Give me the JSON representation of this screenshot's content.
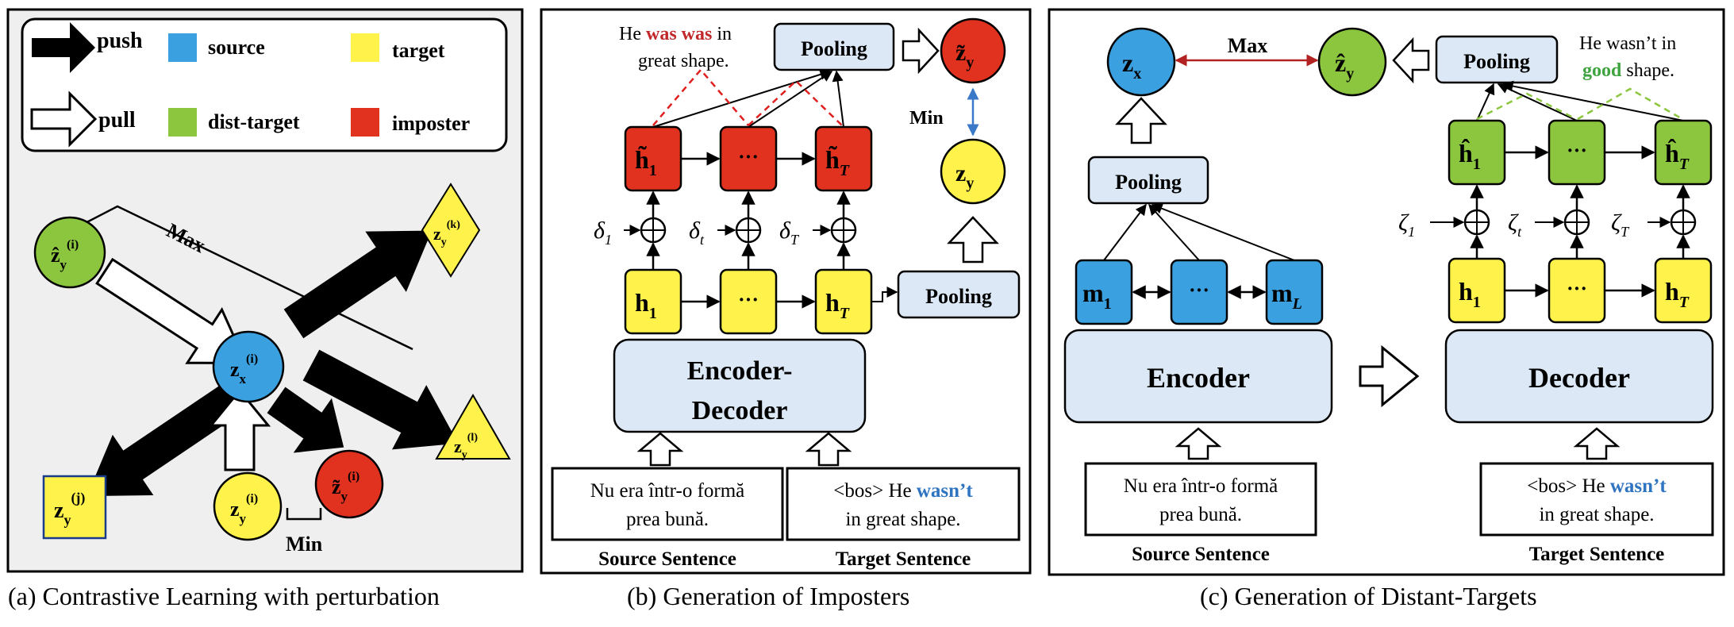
{
  "colors": {
    "source": "#3aa0e0",
    "target": "#fff24a",
    "dist_target": "#8cc63f",
    "imposter": "#e0321e",
    "box_fill": "#dce8f5",
    "panel_bg": "#efefef",
    "dashed_red": "#e02020",
    "dashed_green": "#8cc63f",
    "max_line": "#b22222",
    "min_line": "#3a78c8",
    "emph_blue": "#2e74c0",
    "emph_red": "#c0282a",
    "emph_green": "#3fa33f"
  },
  "panel_a": {
    "caption": "(a) Contrastive Learning with perturbation",
    "legend": {
      "push": "push",
      "pull": "pull",
      "source": "source",
      "target": "target",
      "dist_target": "dist-target",
      "imposter": "imposter"
    },
    "max_label": "Max",
    "min_label": "Min",
    "nodes": {
      "zhat_y_i": {
        "base": "ẑ",
        "sub": "y",
        "sup": "(i)"
      },
      "z_x_i": {
        "base": "z",
        "sub": "x",
        "sup": "(i)"
      },
      "z_y_k": {
        "base": "z",
        "sub": "y",
        "sup": "(k)"
      },
      "z_y_l": {
        "base": "z",
        "sub": "y",
        "sup": "(l)"
      },
      "z_y_j": {
        "base": "z",
        "sub": "y",
        "sup": "(j)"
      },
      "z_y_i": {
        "base": "z",
        "sub": "y",
        "sup": "(i)"
      },
      "ztilde_y_i": {
        "base": "z̃",
        "sub": "y",
        "sup": "(i)"
      }
    }
  },
  "panel_b": {
    "caption": "(b) Generation of Imposters",
    "imposter_sentence": {
      "pre": "He ",
      "emph": "was was",
      "mid": " in",
      "line2": "great shape."
    },
    "pooling_top": "Pooling",
    "pooling_right": "Pooling",
    "ztilde": {
      "base": "z̃",
      "sub": "y"
    },
    "zy": {
      "base": "z",
      "sub": "y"
    },
    "min_label": "Min",
    "htilde": [
      {
        "base": "h̃",
        "sub": "1"
      },
      {
        "base": "···",
        "sub": ""
      },
      {
        "base": "h̃",
        "sub": "T"
      }
    ],
    "deltas": [
      {
        "base": "δ",
        "sub": "1"
      },
      {
        "base": "δ",
        "sub": "t"
      },
      {
        "base": "δ",
        "sub": "T"
      }
    ],
    "h": [
      {
        "base": "h",
        "sub": "1"
      },
      {
        "base": "···",
        "sub": ""
      },
      {
        "base": "h",
        "sub": "T"
      }
    ],
    "encdec_line1": "Encoder-",
    "encdec_line2": "Decoder",
    "source_text_line1": "Nu era într-o formă",
    "source_text_line2": "prea bună.",
    "target_text": {
      "pre": "<bos> He ",
      "emph": "wasn’t",
      "line2": "in great shape."
    },
    "source_label": "Source Sentence",
    "target_label": "Target Sentence"
  },
  "panel_c": {
    "caption": "(c) Generation of Distant-Targets",
    "zx": {
      "base": "z",
      "sub": "x"
    },
    "zhat": {
      "base": "ẑ",
      "sub": "y"
    },
    "max_label": "Max",
    "pooling_top": "Pooling",
    "pooling_left": "Pooling",
    "distant_sentence": {
      "line1": "He wasn’t in",
      "emph": "good",
      "post": " shape."
    },
    "m": [
      {
        "base": "m",
        "sub": "1"
      },
      {
        "base": "···",
        "sub": ""
      },
      {
        "base": "m",
        "sub": "L"
      }
    ],
    "hhat": [
      {
        "base": "ĥ",
        "sub": "1"
      },
      {
        "base": "···",
        "sub": ""
      },
      {
        "base": "ĥ",
        "sub": "T"
      }
    ],
    "zetas": [
      {
        "base": "ζ",
        "sub": "1"
      },
      {
        "base": "ζ",
        "sub": "t"
      },
      {
        "base": "ζ",
        "sub": "T"
      }
    ],
    "h": [
      {
        "base": "h",
        "sub": "1"
      },
      {
        "base": "···",
        "sub": ""
      },
      {
        "base": "h",
        "sub": "T"
      }
    ],
    "encoder": "Encoder",
    "decoder": "Decoder",
    "source_text_line1": "Nu era într-o formă",
    "source_text_line2": "prea bună.",
    "target_text": {
      "pre": "<bos> He ",
      "emph": "wasn’t",
      "line2": "in great shape."
    },
    "source_label": "Source Sentence",
    "target_label": "Target Sentence"
  }
}
